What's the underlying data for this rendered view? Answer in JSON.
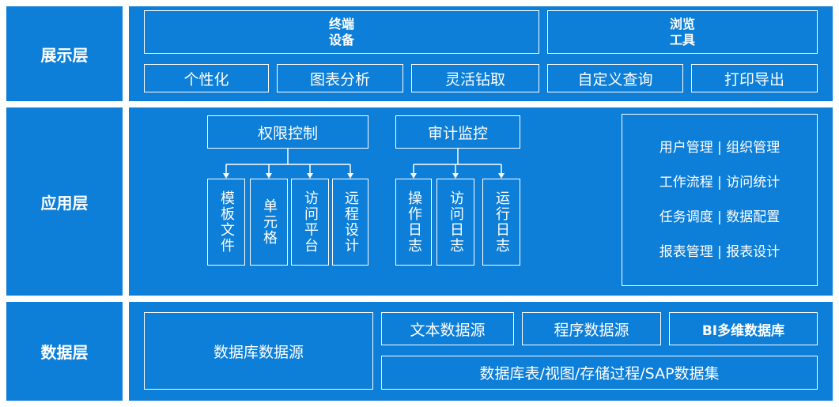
{
  "layers": {
    "display_label": "展示层",
    "app_label": "应用层",
    "data_label": "数据层"
  },
  "display": {
    "terminal": [
      "终端",
      "设备"
    ],
    "browser": [
      "浏览",
      "工具"
    ],
    "features": [
      "个性化",
      "图表分析",
      "灵活钻取",
      "自定义查询",
      "打印导出"
    ]
  },
  "application": {
    "permission_title": "权限控制",
    "permission_items": [
      "模板文件",
      "单元格",
      "访问平台",
      "远程设计"
    ],
    "audit_title": "审计监控",
    "audit_items": [
      "操作日志",
      "访问日志",
      "运行日志"
    ],
    "side_list": [
      "用户管理 | 组织管理",
      "工作流程 | 访问统计",
      "任务调度 | 数据配置",
      "报表管理 | 报表设计"
    ]
  },
  "data": {
    "db_source": "数据库数据源",
    "text_source": "文本数据源",
    "program_source": "程序数据源",
    "bi_db": "BI多维数据库",
    "db_objects": "数据库表/视图/存储过程/SAP数据集"
  },
  "colors": {
    "primary": "#0d7fd9",
    "line": "#ffffff"
  }
}
